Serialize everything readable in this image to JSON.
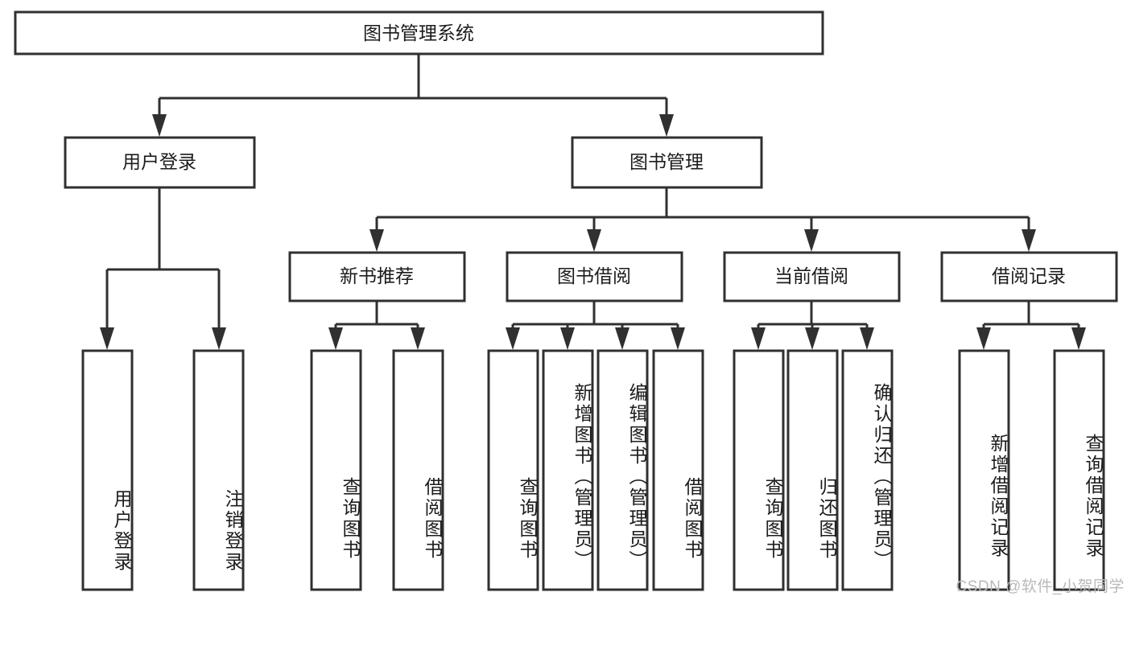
{
  "diagram": {
    "type": "tree-hierarchy",
    "title": "图书管理系统",
    "watermark": "CSDN @软件_小贺同学",
    "colors": {
      "stroke": "#303030",
      "fill": "#ffffff",
      "text": "#1c1c1c",
      "watermark": "#b9b9b9",
      "background": "#ffffff"
    },
    "levels": {
      "level0": [
        "图书管理系统"
      ],
      "level1": [
        "用户登录",
        "图书管理"
      ],
      "level2": [
        "新书推荐",
        "图书借阅",
        "当前借阅",
        "借阅记录"
      ],
      "level3": [
        "用户登录",
        "注销登录",
        "查询图书",
        "借阅图书",
        "查询图书",
        "新增图书（管理员）",
        "编辑图书（管理员）",
        "借阅图书",
        "查询图书",
        "归还图书",
        "确认归还（管理员）",
        "新增借阅记录",
        "查询借阅记录"
      ]
    },
    "nodes": {
      "root": {
        "label": "图书管理系统"
      },
      "user_login": {
        "label": "用户登录"
      },
      "book_manage": {
        "label": "图书管理"
      },
      "new_book_rec": {
        "label": "新书推荐"
      },
      "book_borrow": {
        "label": "图书借阅"
      },
      "current_borrow": {
        "label": "当前借阅"
      },
      "borrow_record": {
        "label": "借阅记录"
      },
      "leaf_user_login": {
        "label": "用户登录"
      },
      "leaf_logout": {
        "label": "注销登录"
      },
      "leaf_query_book_1": {
        "label": "查询图书"
      },
      "leaf_borrow_book_1": {
        "label": "借阅图书"
      },
      "leaf_query_book_2": {
        "label": "查询图书"
      },
      "leaf_add_book_admin": {
        "label": "新增图书（管理员）"
      },
      "leaf_edit_book_admin": {
        "label": "编辑图书（管理员）"
      },
      "leaf_borrow_book_2": {
        "label": "借阅图书"
      },
      "leaf_query_book_3": {
        "label": "查询图书"
      },
      "leaf_return_book": {
        "label": "归还图书"
      },
      "leaf_confirm_return_admin": {
        "label": "确认归还（管理员）"
      },
      "leaf_add_borrow_record": {
        "label": "新增借阅记录"
      },
      "leaf_query_borrow_record": {
        "label": "查询借阅记录"
      }
    },
    "edges": [
      {
        "from": "root",
        "to": "user_login"
      },
      {
        "from": "root",
        "to": "book_manage"
      },
      {
        "from": "user_login",
        "to": "leaf_user_login"
      },
      {
        "from": "user_login",
        "to": "leaf_logout"
      },
      {
        "from": "book_manage",
        "to": "new_book_rec"
      },
      {
        "from": "book_manage",
        "to": "book_borrow"
      },
      {
        "from": "book_manage",
        "to": "current_borrow"
      },
      {
        "from": "book_manage",
        "to": "borrow_record"
      },
      {
        "from": "new_book_rec",
        "to": "leaf_query_book_1"
      },
      {
        "from": "new_book_rec",
        "to": "leaf_borrow_book_1"
      },
      {
        "from": "book_borrow",
        "to": "leaf_query_book_2"
      },
      {
        "from": "book_borrow",
        "to": "leaf_add_book_admin"
      },
      {
        "from": "book_borrow",
        "to": "leaf_edit_book_admin"
      },
      {
        "from": "book_borrow",
        "to": "leaf_borrow_book_2"
      },
      {
        "from": "current_borrow",
        "to": "leaf_query_book_3"
      },
      {
        "from": "current_borrow",
        "to": "leaf_return_book"
      },
      {
        "from": "current_borrow",
        "to": "leaf_confirm_return_admin"
      },
      {
        "from": "borrow_record",
        "to": "leaf_add_borrow_record"
      },
      {
        "from": "borrow_record",
        "to": "leaf_query_borrow_record"
      }
    ]
  }
}
